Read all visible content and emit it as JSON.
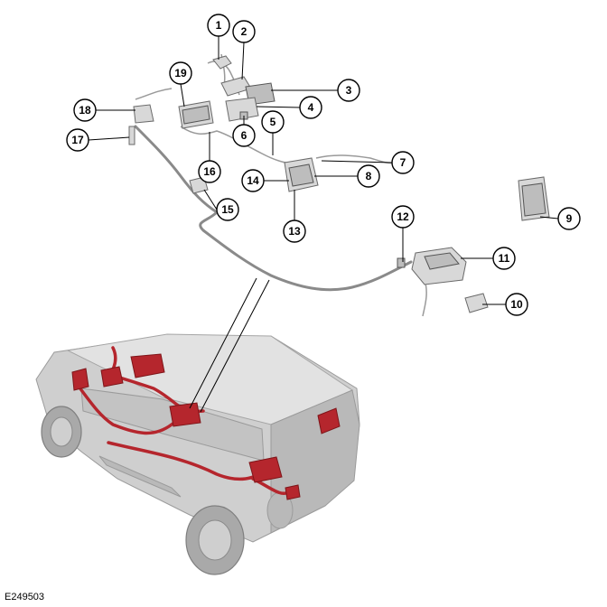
{
  "figure": {
    "reference": "E249503",
    "callouts": [
      {
        "id": "callout-1",
        "label": "1"
      },
      {
        "id": "callout-2",
        "label": "2"
      },
      {
        "id": "callout-3",
        "label": "3"
      },
      {
        "id": "callout-4",
        "label": "4"
      },
      {
        "id": "callout-5",
        "label": "5"
      },
      {
        "id": "callout-6",
        "label": "6"
      },
      {
        "id": "callout-7",
        "label": "7"
      },
      {
        "id": "callout-8",
        "label": "8"
      },
      {
        "id": "callout-9",
        "label": "9"
      },
      {
        "id": "callout-10",
        "label": "10"
      },
      {
        "id": "callout-11",
        "label": "11"
      },
      {
        "id": "callout-12",
        "label": "12"
      },
      {
        "id": "callout-13",
        "label": "13"
      },
      {
        "id": "callout-14",
        "label": "14"
      },
      {
        "id": "callout-15",
        "label": "15"
      },
      {
        "id": "callout-16",
        "label": "16"
      },
      {
        "id": "callout-17",
        "label": "17"
      },
      {
        "id": "callout-18",
        "label": "18"
      },
      {
        "id": "callout-19",
        "label": "19"
      }
    ],
    "colors": {
      "highlight": "#b5262d",
      "component_gray": "#d8d8d8",
      "vehicle_gray": "#cfcfcf",
      "line": "#000000"
    }
  }
}
